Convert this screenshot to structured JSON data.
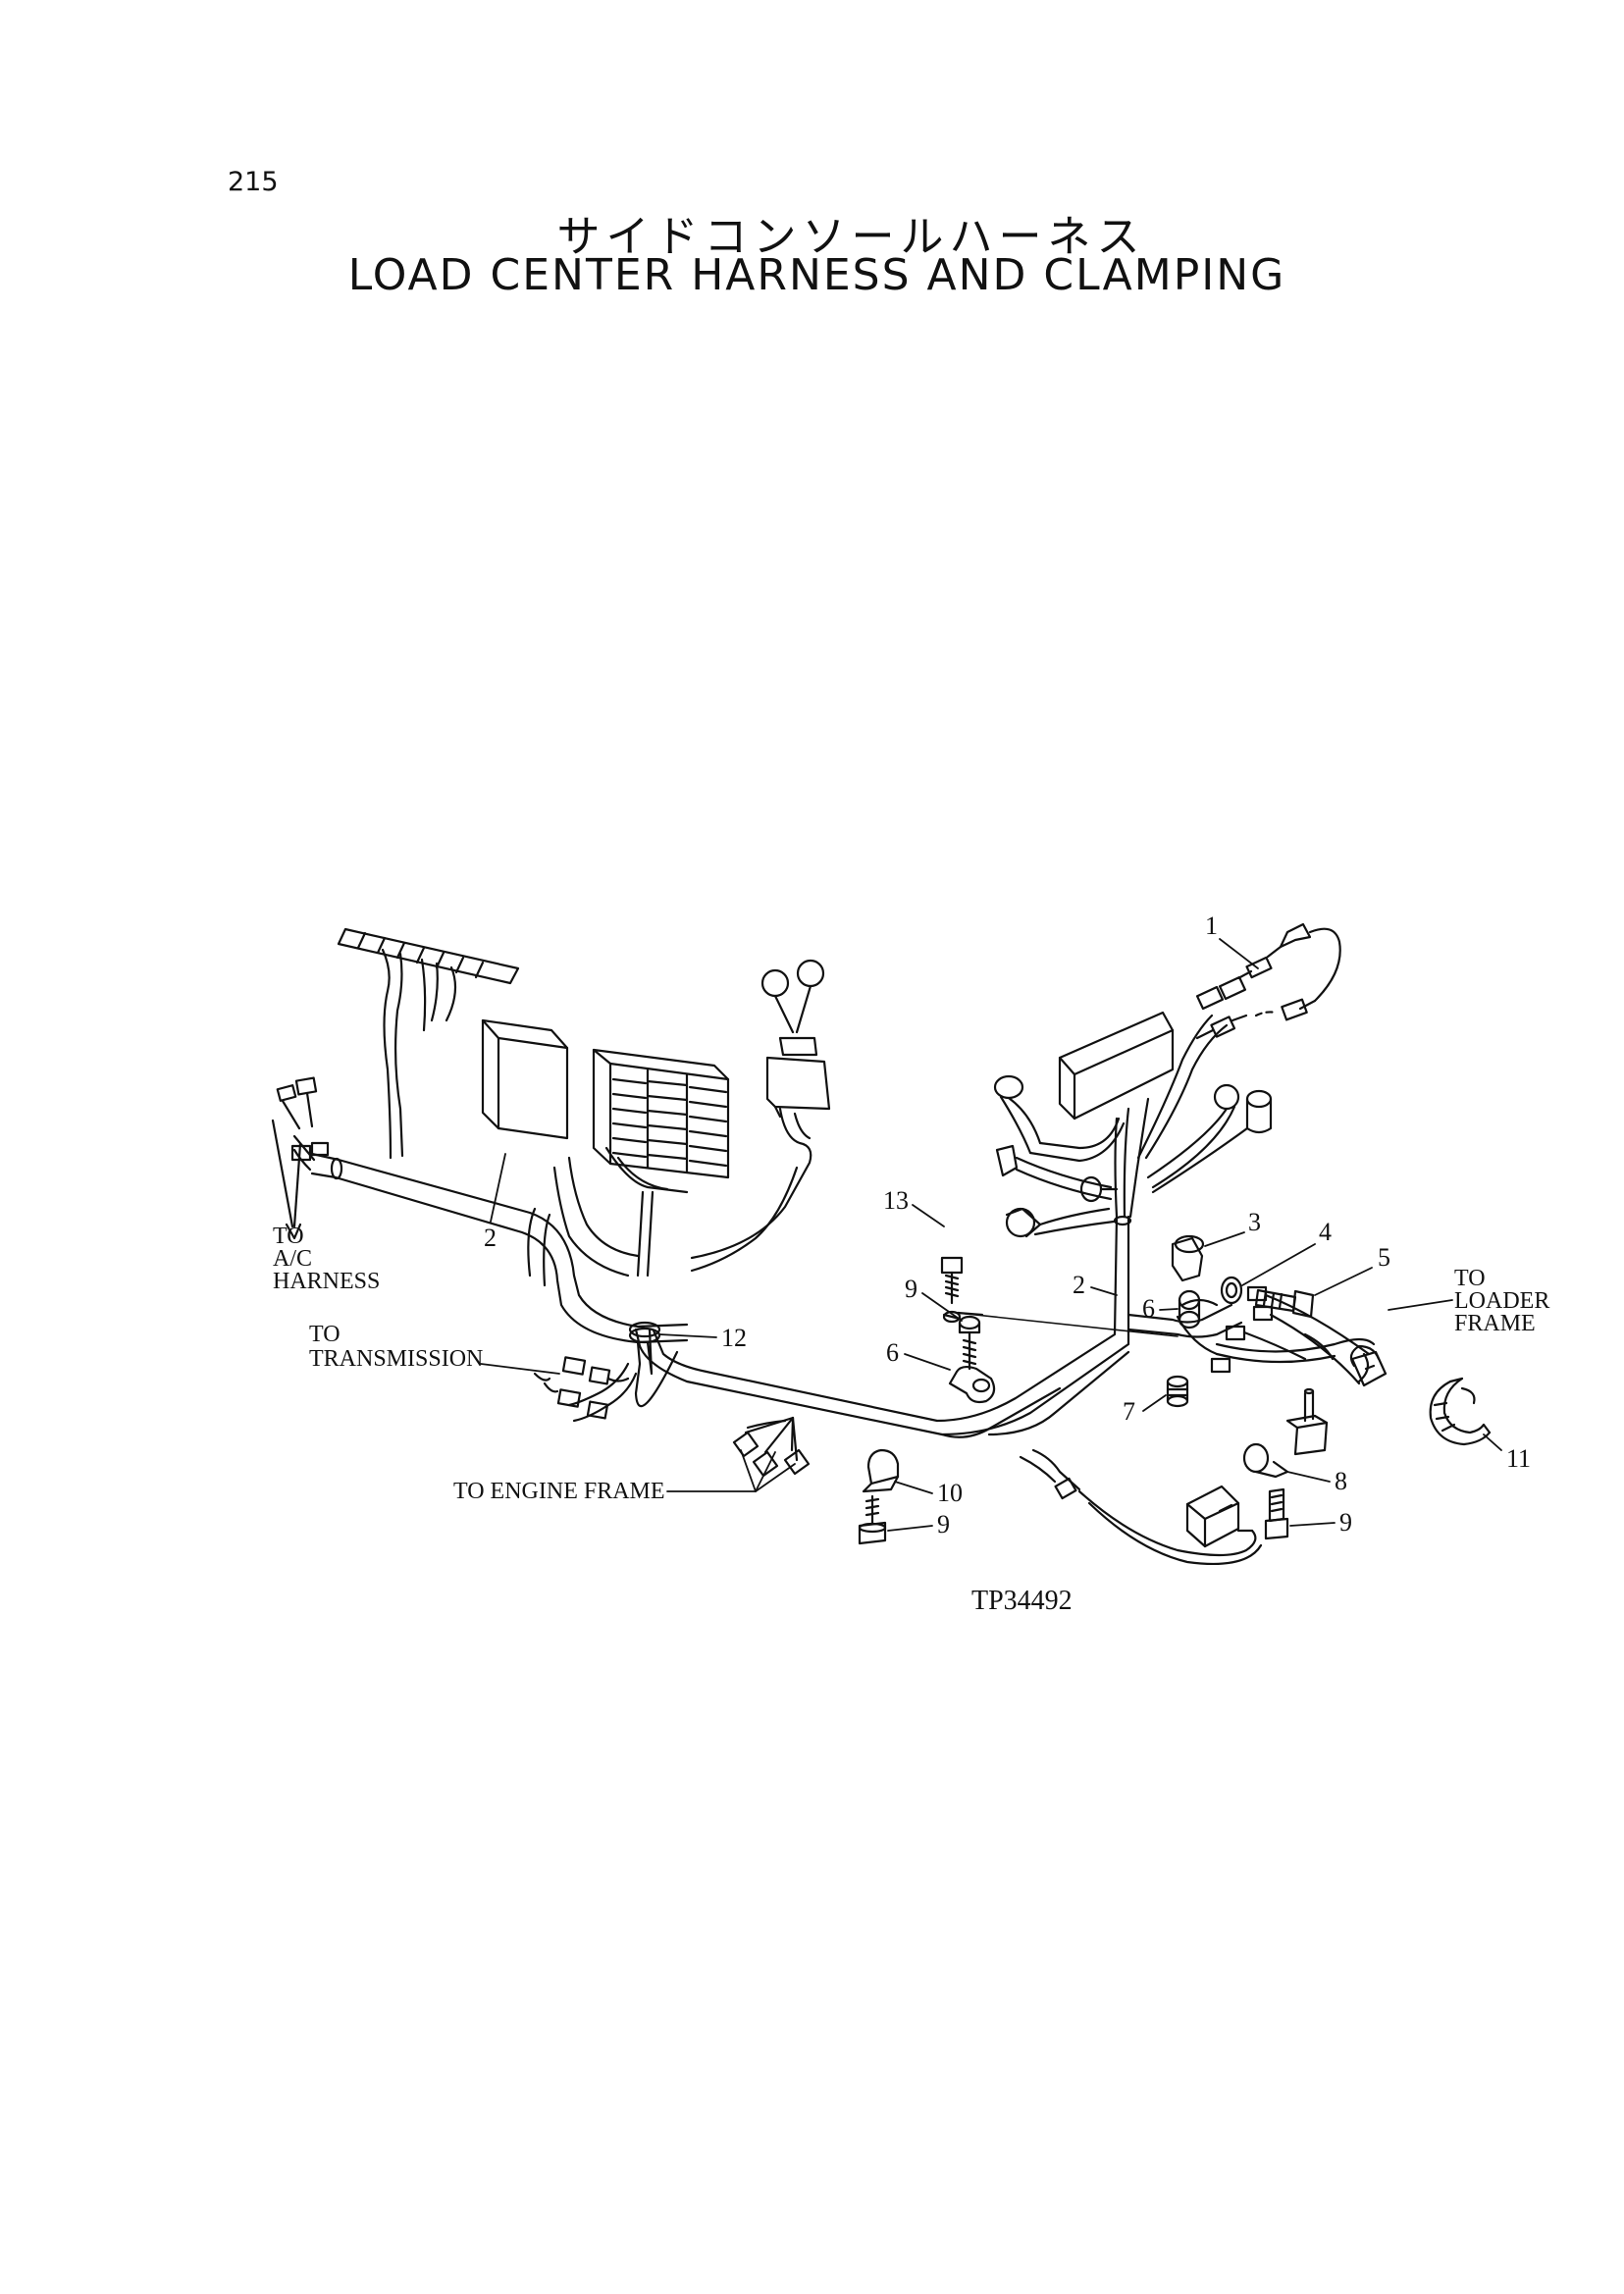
{
  "page_number": "215",
  "title_jp": "サイドコンソールハーネス",
  "title_en": "LOAD CENTER HARNESS AND CLAMPING",
  "destinations": {
    "ac_1": "TO",
    "ac_2": "A/C",
    "ac_3": "HARNESS",
    "trans_1": "TO",
    "trans_2": "TRANSMISSION",
    "engine": "TO ENGINE FRAME",
    "loader_1": "TO",
    "loader_2": "LOADER",
    "loader_3": "FRAME"
  },
  "callouts": [
    "1",
    "2",
    "2",
    "3",
    "4",
    "5",
    "6",
    "6",
    "7",
    "8",
    "9",
    "9",
    "9",
    "10",
    "11",
    "12",
    "13"
  ],
  "figure_ref": "TP34492"
}
